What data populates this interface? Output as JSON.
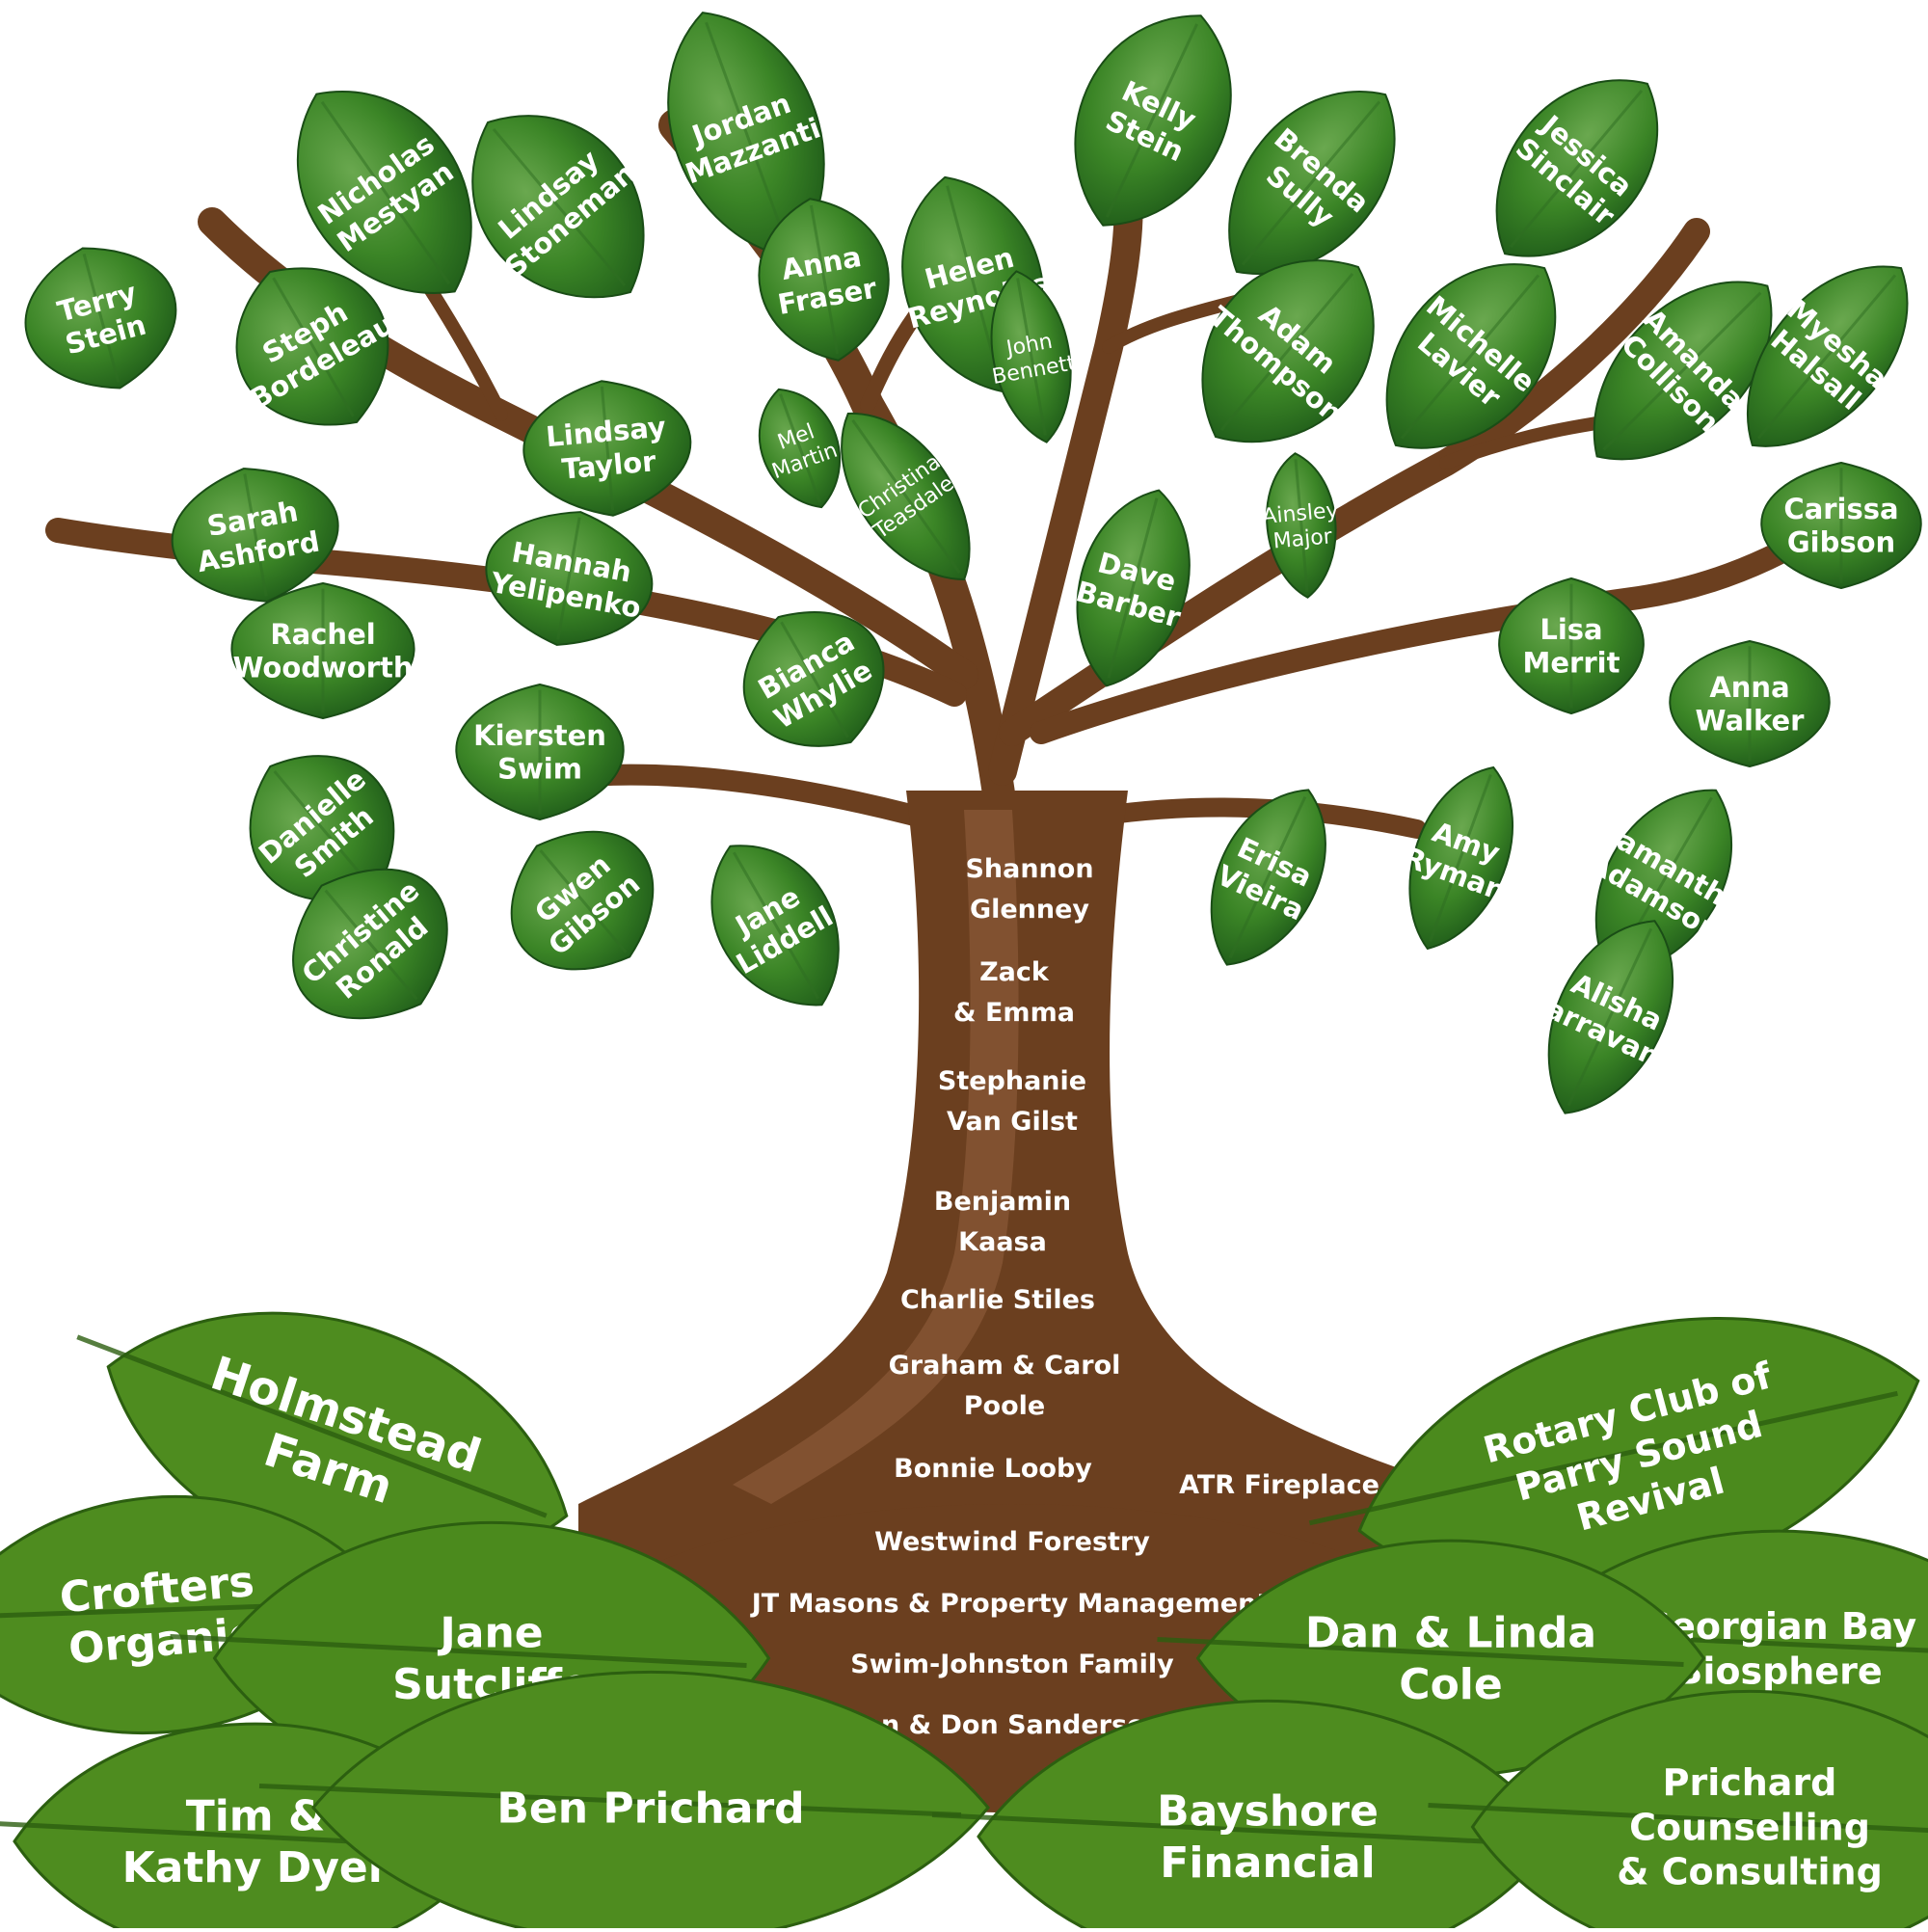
{
  "colors": {
    "trunk": "#6b3f1f",
    "trunk_light": "#8a5a37",
    "leaf_dark": "#1e5a19",
    "leaf_mid": "#3b8526",
    "leaf_light": "#6aa84f",
    "bottom_leaf": "#4e8c1f",
    "text": "#ffffff"
  },
  "canopy_leaves": [
    {
      "name": "Jordan Mazzanti",
      "lines": [
        "Jordan",
        "Mazzanti"
      ]
    },
    {
      "name": "Kelly Stein",
      "lines": [
        "Kelly",
        "Stein"
      ]
    },
    {
      "name": "Nicholas Mestyan",
      "lines": [
        "Nicholas",
        "Mestyan"
      ]
    },
    {
      "name": "Lindsay Stoneman",
      "lines": [
        "Lindsay",
        "Stoneman"
      ]
    },
    {
      "name": "Helen Reynolds",
      "lines": [
        "Helen",
        "Reynolds"
      ]
    },
    {
      "name": "Brenda Sully",
      "lines": [
        "Brenda",
        "Sully"
      ]
    },
    {
      "name": "Jessica Sinclair",
      "lines": [
        "Jessica",
        "Sinclair"
      ]
    },
    {
      "name": "Anna Fraser",
      "lines": [
        "Anna",
        "Fraser"
      ]
    },
    {
      "name": "Terry Stein",
      "lines": [
        "Terry",
        "Stein"
      ]
    },
    {
      "name": "Steph Bordeleau",
      "lines": [
        "Steph",
        "Bordeleau"
      ]
    },
    {
      "name": "John Bennett",
      "lines": [
        "John",
        "Bennett"
      ],
      "thin": true
    },
    {
      "name": "Adam Thompson",
      "lines": [
        "Adam",
        "Thompson"
      ]
    },
    {
      "name": "Michelle Lavier",
      "lines": [
        "Michelle",
        "Lavier"
      ]
    },
    {
      "name": "Amanda Collison",
      "lines": [
        "Amanda",
        "Collison"
      ]
    },
    {
      "name": "Myesha Halsall",
      "lines": [
        "Myesha",
        "Halsall"
      ]
    },
    {
      "name": "Lindsay Taylor",
      "lines": [
        "Lindsay",
        "Taylor"
      ]
    },
    {
      "name": "Mel Martin",
      "lines": [
        "Mel",
        "Martin"
      ],
      "thin": true
    },
    {
      "name": "Christina Teasdale",
      "lines": [
        "Christina",
        "Teasdale"
      ],
      "thin": true
    },
    {
      "name": "Sarah Ashford",
      "lines": [
        "Sarah",
        "Ashford"
      ]
    },
    {
      "name": "Hannah Yelipenko",
      "lines": [
        "Hannah",
        "Yelipenko"
      ]
    },
    {
      "name": "Dave Barber",
      "lines": [
        "Dave",
        "Barber"
      ]
    },
    {
      "name": "Ainsley Major",
      "lines": [
        "Ainsley",
        "Major"
      ],
      "thin": true
    },
    {
      "name": "Carissa Gibson",
      "lines": [
        "Carissa",
        "Gibson"
      ]
    },
    {
      "name": "Rachel Woodworth",
      "lines": [
        "Rachel",
        "Woodworth"
      ]
    },
    {
      "name": "Bianca Whylie",
      "lines": [
        "Bianca",
        "Whylie"
      ]
    },
    {
      "name": "Lisa Merrit",
      "lines": [
        "Lisa",
        "Merrit"
      ]
    },
    {
      "name": "Anna Walker",
      "lines": [
        "Anna",
        "Walker"
      ]
    },
    {
      "name": "Kiersten Swim",
      "lines": [
        "Kiersten",
        "Swim"
      ]
    },
    {
      "name": "Danielle Smith",
      "lines": [
        "Danielle",
        "Smith"
      ]
    },
    {
      "name": "Erisa Vieira",
      "lines": [
        "Erisa",
        "Vieira"
      ]
    },
    {
      "name": "Amy Ryman",
      "lines": [
        "Amy",
        "Ryman"
      ]
    },
    {
      "name": "Samantha Adamson",
      "lines": [
        "Samantha",
        "Adamson"
      ]
    },
    {
      "name": "Christine Ronald",
      "lines": [
        "Christine",
        "Ronald"
      ]
    },
    {
      "name": "Gwen Gibson",
      "lines": [
        "Gwen",
        "Gibson"
      ]
    },
    {
      "name": "Jane Liddell",
      "lines": [
        "Jane",
        "Liddell"
      ]
    },
    {
      "name": "Alisha Parravano",
      "lines": [
        "Alisha",
        "Parravano"
      ]
    }
  ],
  "trunk_names": [
    {
      "lines": [
        "Shannon",
        "Glenney"
      ]
    },
    {
      "lines": [
        "Zack",
        "& Emma"
      ]
    },
    {
      "lines": [
        "Stephanie",
        "Van Gilst"
      ]
    },
    {
      "lines": [
        "Benjamin",
        "Kaasa"
      ]
    },
    {
      "lines": [
        "Charlie Stiles"
      ]
    },
    {
      "lines": [
        "Graham & Carol",
        "Poole"
      ]
    },
    {
      "lines": [
        "Bonnie Looby"
      ]
    },
    {
      "lines": [
        "ATR Fireplace"
      ]
    },
    {
      "lines": [
        "Westwind Forestry"
      ]
    },
    {
      "lines": [
        "JT Masons & Property Management"
      ]
    },
    {
      "lines": [
        "Swim-Johnston Family"
      ]
    },
    {
      "lines": [
        "Karen & Don Sanderson"
      ]
    }
  ],
  "root_leaves": [
    {
      "lines": [
        "Holmstead",
        "Farm"
      ]
    },
    {
      "lines": [
        "Crofters",
        "Organic"
      ]
    },
    {
      "lines": [
        "Jane",
        "Sutcliffe"
      ]
    },
    {
      "lines": [
        "Tim &",
        "Kathy Dyer"
      ]
    },
    {
      "lines": [
        "Ben Prichard"
      ]
    },
    {
      "lines": [
        "Rotary Club of",
        "Parry Sound",
        "Revival"
      ]
    },
    {
      "lines": [
        "Georgian Bay",
        "Biosphere"
      ]
    },
    {
      "lines": [
        "Dan & Linda",
        "Cole"
      ]
    },
    {
      "lines": [
        "Bayshore",
        "Financial"
      ]
    },
    {
      "lines": [
        "Prichard",
        "Counselling",
        "& Consulting"
      ]
    }
  ]
}
